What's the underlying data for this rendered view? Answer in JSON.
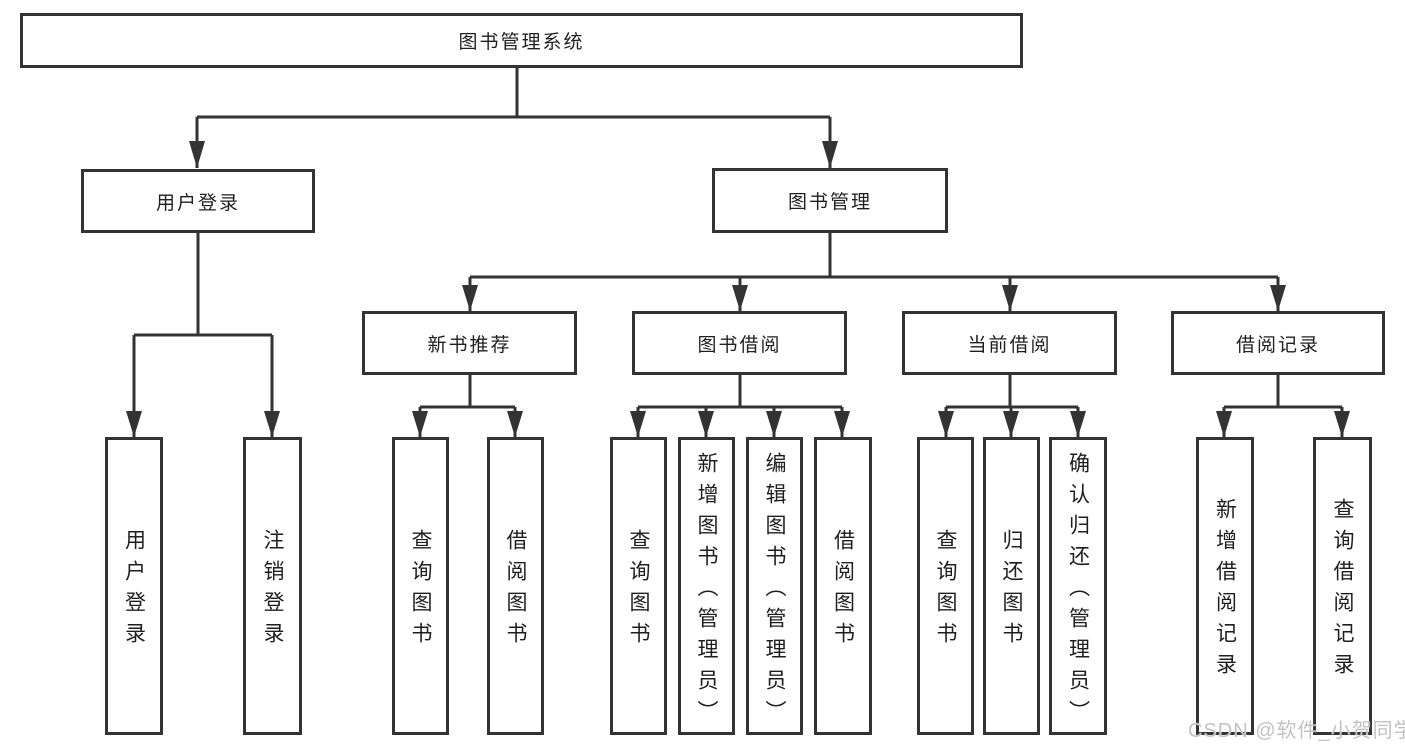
{
  "diagram": {
    "root": {
      "label": "图书管理系统"
    },
    "level2": [
      {
        "label": "用户登录"
      },
      {
        "label": "图书管理"
      }
    ],
    "level3": [
      {
        "label": "新书推荐"
      },
      {
        "label": "图书借阅"
      },
      {
        "label": "当前借阅"
      },
      {
        "label": "借阅记录"
      }
    ],
    "leaves": {
      "user_login": [
        {
          "label": "用户登录"
        },
        {
          "label": "注销登录"
        }
      ],
      "new_book_recommend": [
        {
          "label": "查询图书"
        },
        {
          "label": "借阅图书"
        }
      ],
      "book_borrow": [
        {
          "label": "查询图书"
        },
        {
          "label": "新增图书（管理员）"
        },
        {
          "label": "编辑图书（管理员）"
        },
        {
          "label": "借阅图书"
        }
      ],
      "current_borrow": [
        {
          "label": "查询图书"
        },
        {
          "label": "归还图书"
        },
        {
          "label": "确认归还（管理员）"
        }
      ],
      "borrow_records": [
        {
          "label": "新增借阅记录"
        },
        {
          "label": "查询借阅记录"
        }
      ]
    },
    "watermark": "CSDN @软件_小贺同学",
    "colors": {
      "line": "#333333",
      "text": "#1f1f1f",
      "box_fill": "#ffffff",
      "watermark": "#c2c2c2",
      "background": "#ffffff"
    }
  }
}
